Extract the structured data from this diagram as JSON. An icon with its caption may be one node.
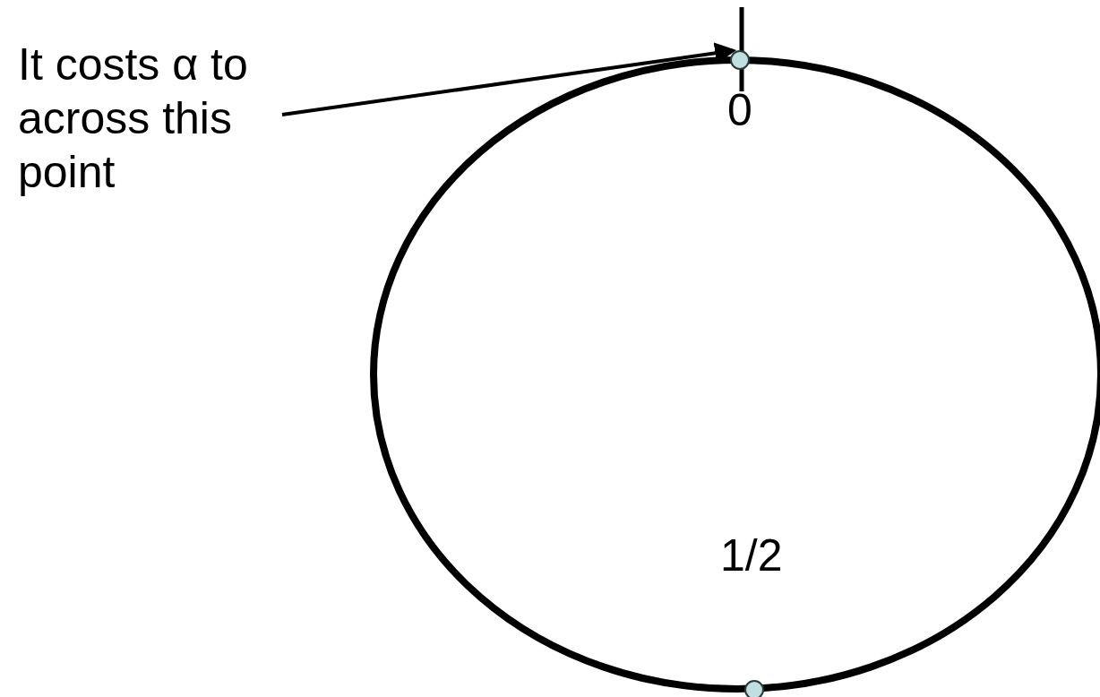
{
  "diagram": {
    "nodes": [
      {
        "text": [
          "It costs α to across this point"
        ]
      },
      {
        "text": [],
        "shape": "circle",
        "beside": [
          "0"
        ]
      },
      {
        "text": [],
        "shape": "circle",
        "beside": [
          "1/2"
        ]
      }
    ],
    "edges": [
      {
        "from": 0,
        "to": 1,
        "arrow": "to"
      }
    ]
  }
}
